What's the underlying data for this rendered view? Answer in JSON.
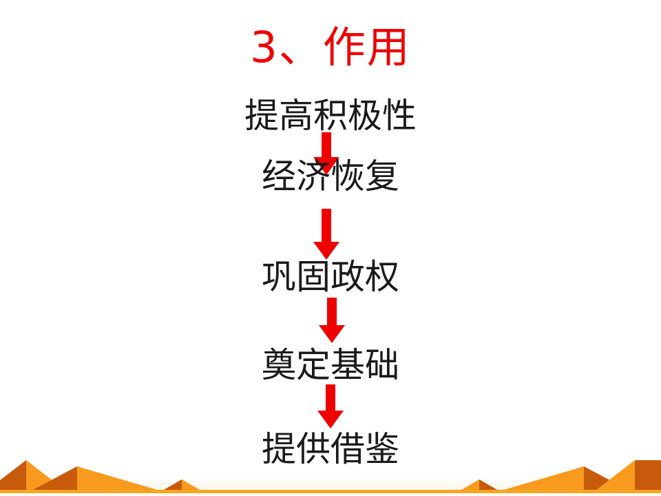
{
  "slide": {
    "title": "3、作用",
    "title_color": "#ee0000",
    "background_color": "#ffffff",
    "body_text_color": "#1a1a1a"
  },
  "flow": {
    "items": [
      {
        "label": "提高积极性"
      },
      {
        "label": "经济恢复"
      },
      {
        "label": "巩固政权"
      },
      {
        "label": "奠定基础"
      },
      {
        "label": "提供借鉴"
      }
    ],
    "connectors": [
      {
        "icon": "down-arrow-icon",
        "color": "#ee0000"
      },
      {
        "icon": "down-arrow-icon",
        "color": "#ee0000"
      },
      {
        "icon": "down-arrow-icon",
        "color": "#ee0000"
      },
      {
        "icon": "down-arrow-icon",
        "color": "#ee0000"
      }
    ]
  },
  "decoration": {
    "rule_color": "#f5a623",
    "pyramid_light": "#f79a1e",
    "pyramid_dark": "#c85a0c",
    "pyramid_mid": "#d9670d"
  }
}
